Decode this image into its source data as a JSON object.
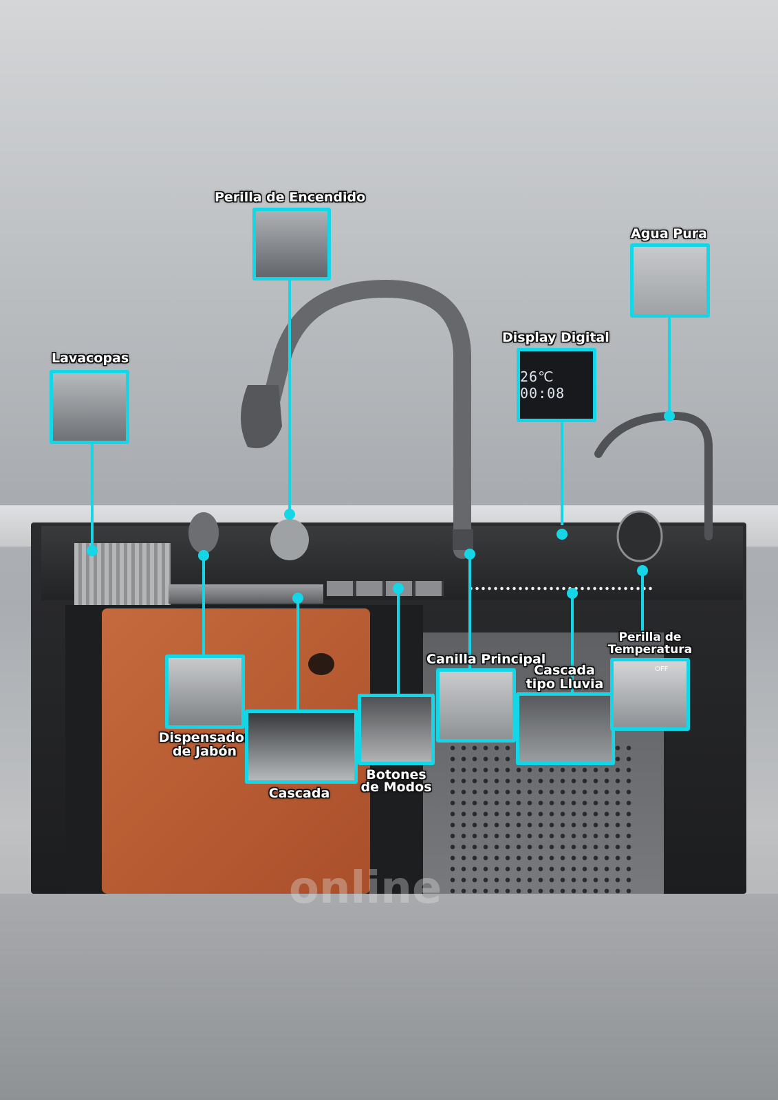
{
  "labels": {
    "perilla_encendido": "Perilla de Encendido",
    "agua_pura": "Agua Pura",
    "display_digital": "Display Digital",
    "lavacopas": "Lavacopas",
    "canilla_principal": "Canilla Principal",
    "cascada_lluvia_line1": "Cascada",
    "cascada_lluvia_line2": "tipo Lluvia",
    "perilla_temp_line1": "Perilla de",
    "perilla_temp_line2": "Temperatura",
    "dispensador_line1": "Dispensador",
    "dispensador_line2": "de Jabón",
    "cascada": "Cascada",
    "botones_line1": "Botones",
    "botones_line2": "de Modos"
  },
  "display": {
    "reading": "26℃ 00:08"
  },
  "temperature_knob": {
    "marking": "OFF"
  },
  "watermark": "online",
  "colors": {
    "accent": "#14d6e6",
    "label_text": "#ffffff"
  },
  "icons": [
    "faucet-icon",
    "knob-icon",
    "soap-pump-icon",
    "filter-tap-icon",
    "glass-rinser-icon",
    "led-display-icon"
  ]
}
